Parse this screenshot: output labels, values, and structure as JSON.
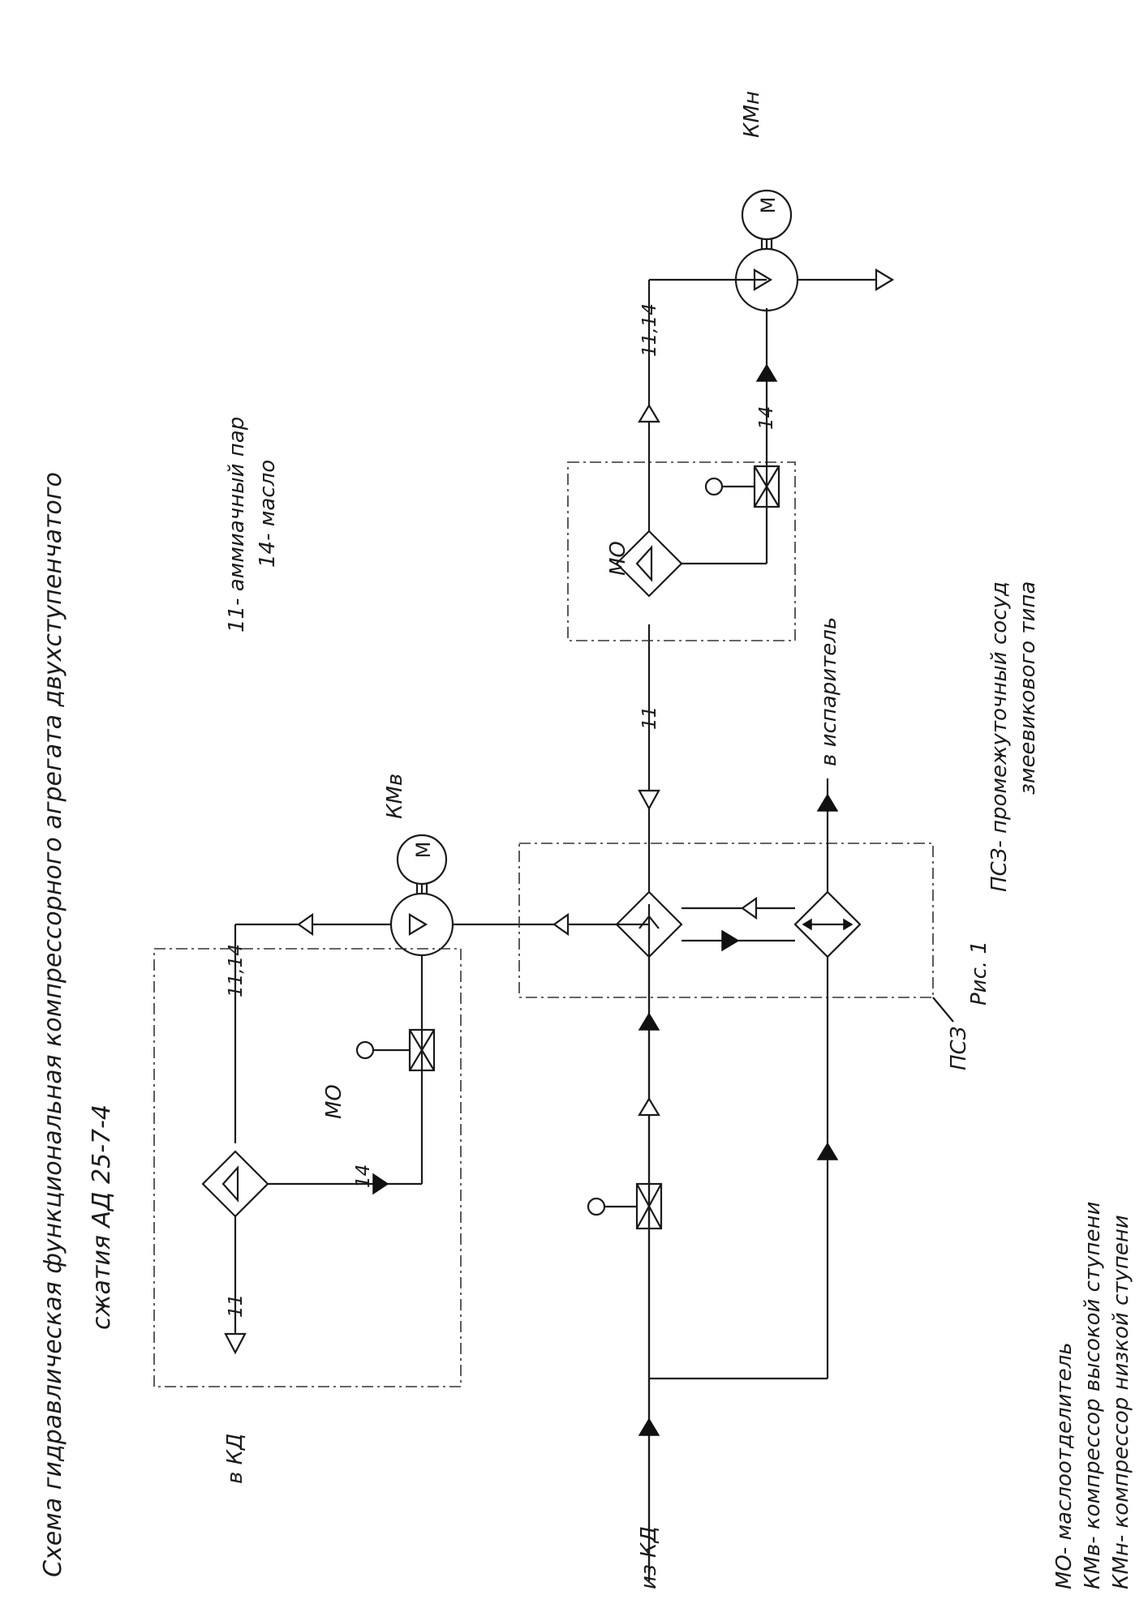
{
  "title": {
    "line1": "Схема гидравлическая функциональная компрессорного агрегата двухступенчатого",
    "line2": "сжатия АД 25-7-4"
  },
  "media_legend": {
    "ammonia": "11- аммиачный пар",
    "oil": "14- масло"
  },
  "equipment_labels": {
    "km_high": "КМв",
    "km_low": "КМн",
    "motor": "М",
    "oil_sep": "МО",
    "psz": "ПСЗ"
  },
  "line_labels": {
    "to_kd_line": "11",
    "oil_return": "14",
    "km_high_out": "11,14",
    "ms_to_psz": "11",
    "km_low_out": "11,14",
    "km_low_oil": "14"
  },
  "flow_labels": {
    "to_kd": "в КД",
    "from_kd": "из КД",
    "to_evaporator": "в испаритель"
  },
  "figure_caption": "Рис. 1",
  "abbreviations": {
    "psz": "ПСЗ- промежуточный сосуд",
    "psz_cont": "змеевикового типа",
    "mo": "МО- маслоотделитель",
    "km_high": "КМв- компрессор высокой ступени",
    "km_low": "КМн- компрессор низкой ступени"
  }
}
